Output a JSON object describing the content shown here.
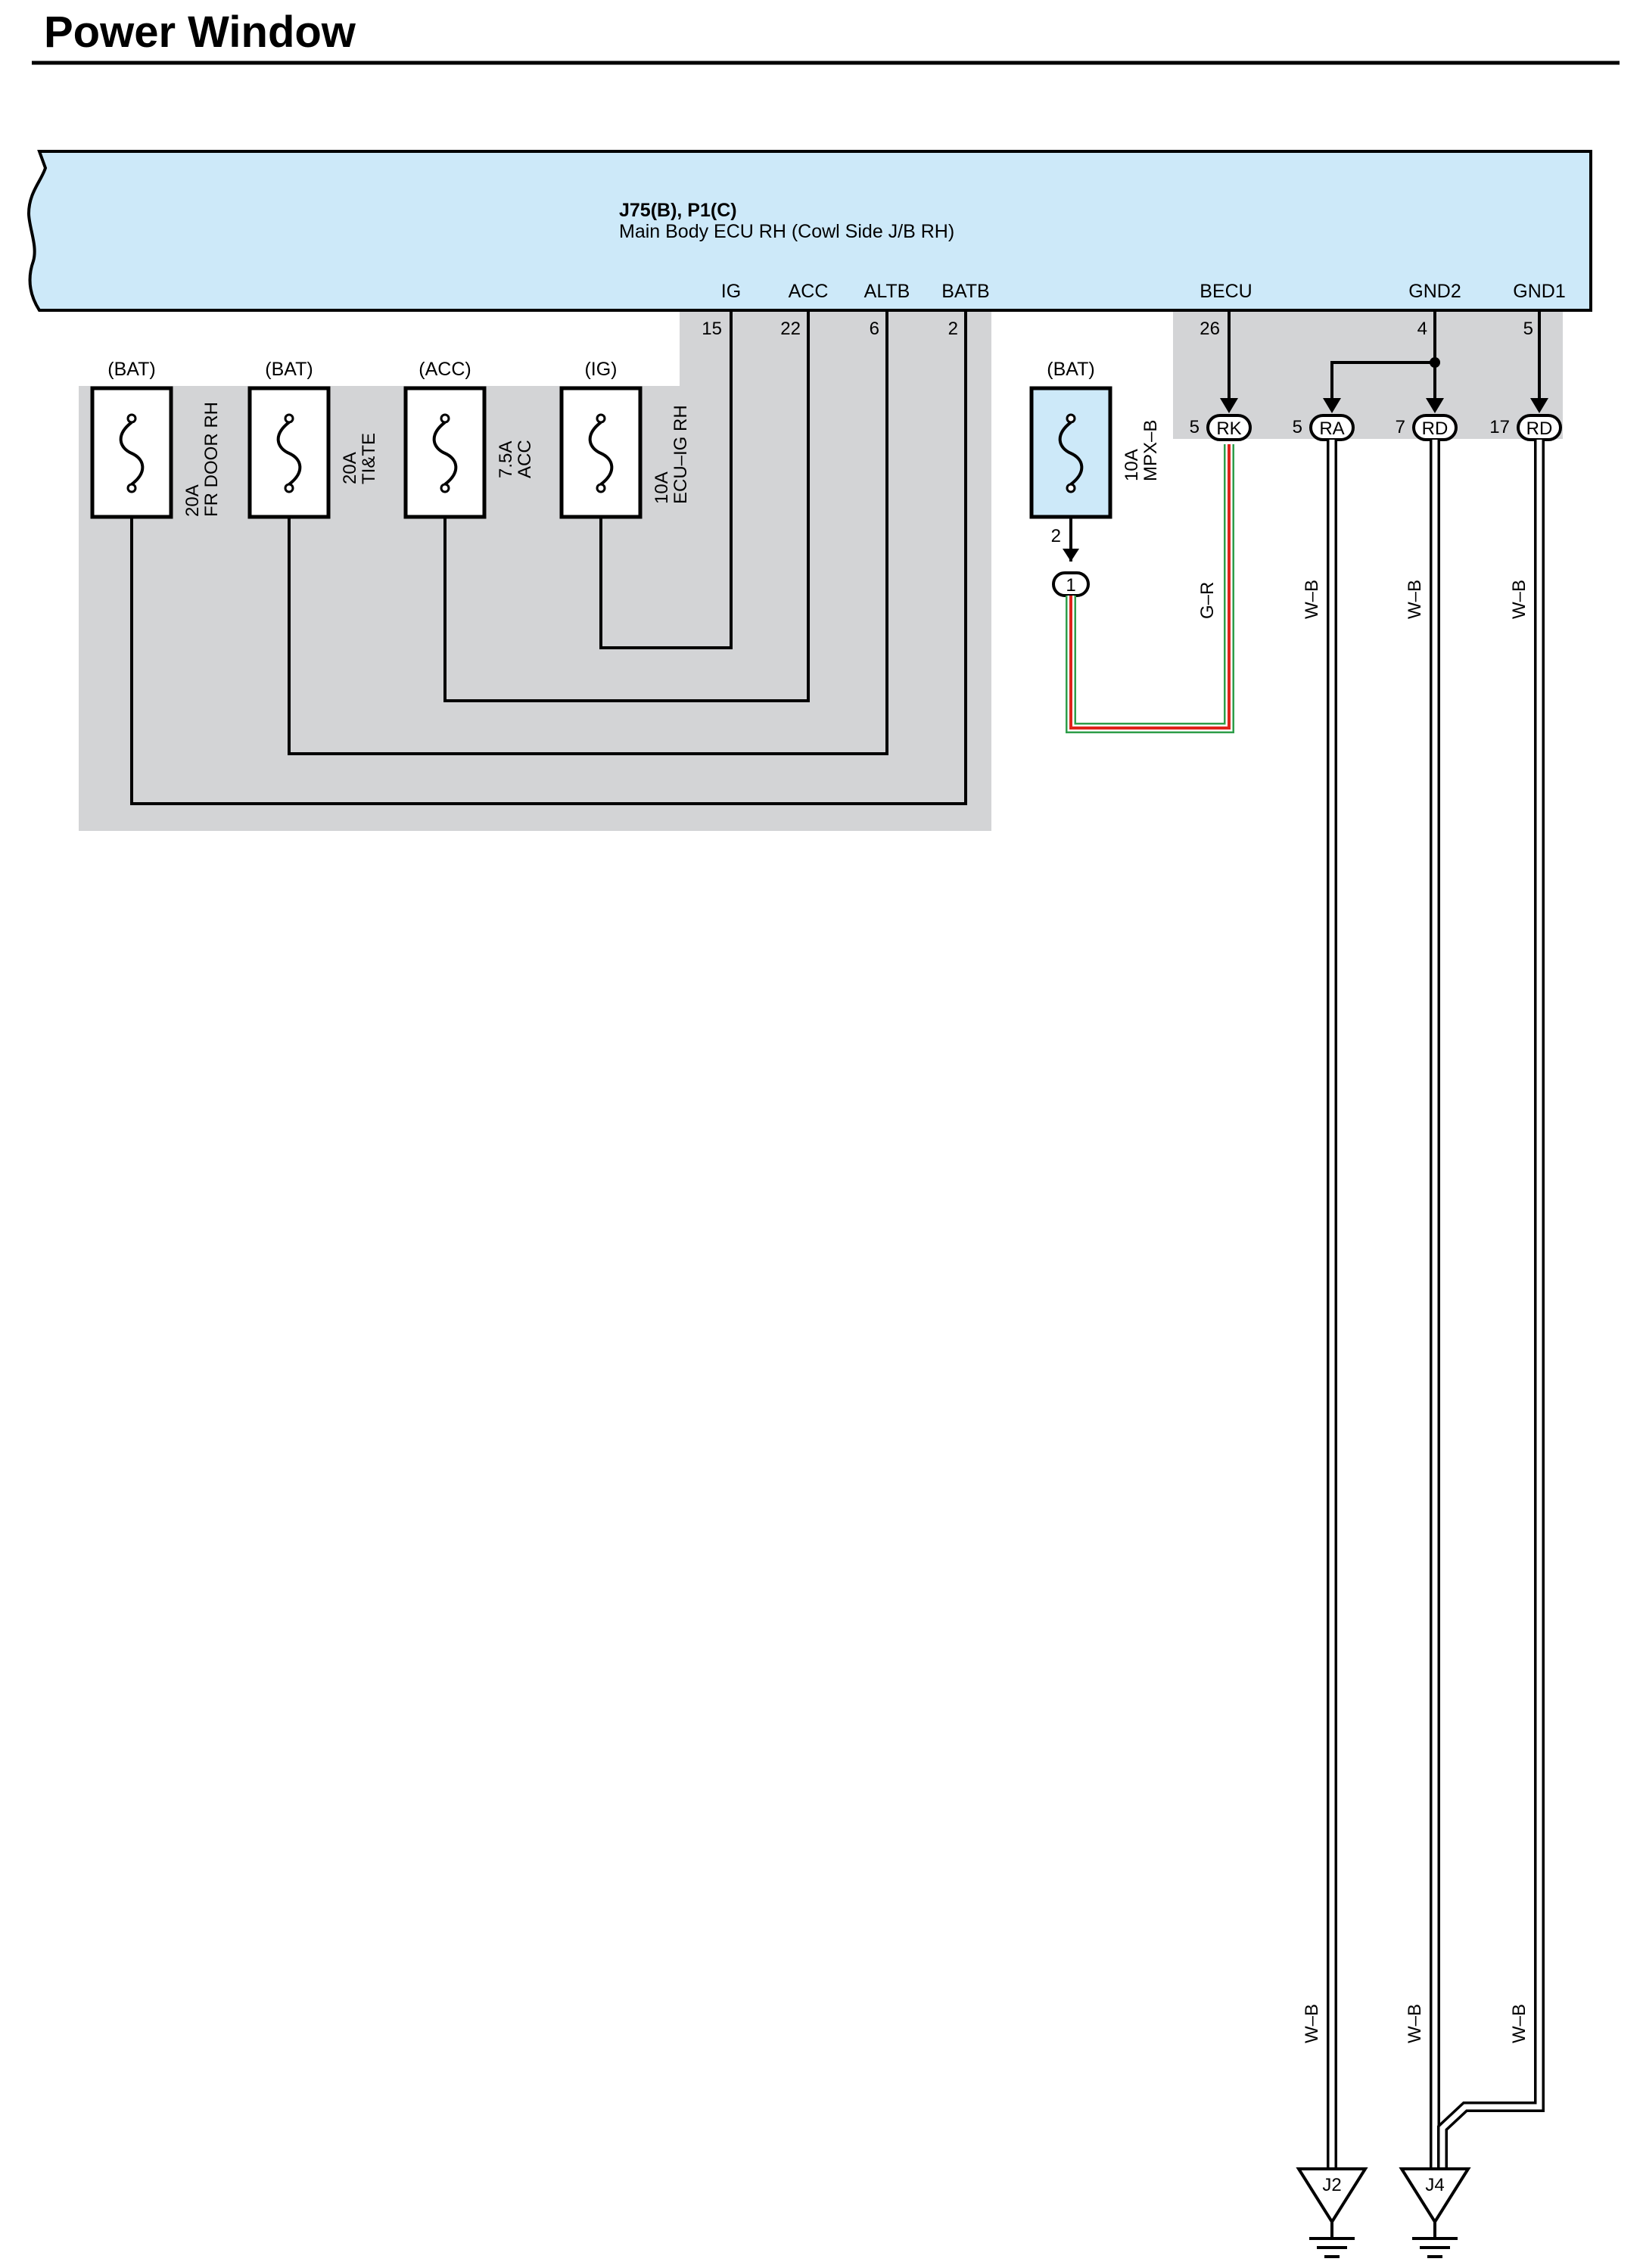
{
  "title": "Power Window",
  "ecu": {
    "connector_ref": "J75(B), P1(C)",
    "name": "Main Body ECU RH (Cowl Side J/B RH)",
    "fill_color": "#cde9f9",
    "terminals": [
      {
        "id": "ig",
        "label": "IG",
        "pin": "15"
      },
      {
        "id": "acc",
        "label": "ACC",
        "pin": "22"
      },
      {
        "id": "altb",
        "label": "ALTB",
        "pin": "6"
      },
      {
        "id": "batb",
        "label": "BATB",
        "pin": "2"
      },
      {
        "id": "becu",
        "label": "BECU",
        "pin": "26"
      },
      {
        "id": "gnd2",
        "label": "GND2",
        "pin": "4"
      },
      {
        "id": "gnd1",
        "label": "GND1",
        "pin": "5"
      }
    ]
  },
  "fuses": [
    {
      "id": "fr-door-rh",
      "supply": "(BAT)",
      "rating": "20A",
      "name": "FR DOOR RH"
    },
    {
      "id": "tite",
      "supply": "(BAT)",
      "rating": "20A",
      "name": "TI&TE"
    },
    {
      "id": "acc",
      "supply": "(ACC)",
      "rating": "7.5A",
      "name": "ACC"
    },
    {
      "id": "ecu-ig-rh",
      "supply": "(IG)",
      "rating": "10A",
      "name": "ECU–IG RH"
    },
    {
      "id": "mpx-b",
      "supply": "(BAT)",
      "rating": "10A",
      "name": "MPX–B",
      "fill_color": "#cde9f9",
      "out_pin": "2",
      "connector_pin": "1"
    }
  ],
  "connectors": [
    {
      "id": "rk",
      "code": "RK",
      "pin": "5"
    },
    {
      "id": "ra",
      "code": "RA",
      "pin": "5"
    },
    {
      "id": "rd-7",
      "code": "RD",
      "pin": "7"
    },
    {
      "id": "rd-17",
      "code": "RD",
      "pin": "17"
    }
  ],
  "wires": {
    "g_r": {
      "color_code": "G–R",
      "base_color": "#2e9e4a",
      "stripe_color": "#e0231c"
    },
    "w_b": {
      "color_code": "W–B"
    }
  },
  "grounds": [
    {
      "id": "j2",
      "code": "J2"
    },
    {
      "id": "j4",
      "code": "J4"
    }
  ],
  "colors": {
    "shade": "#d3d4d6",
    "line": "#000000"
  }
}
